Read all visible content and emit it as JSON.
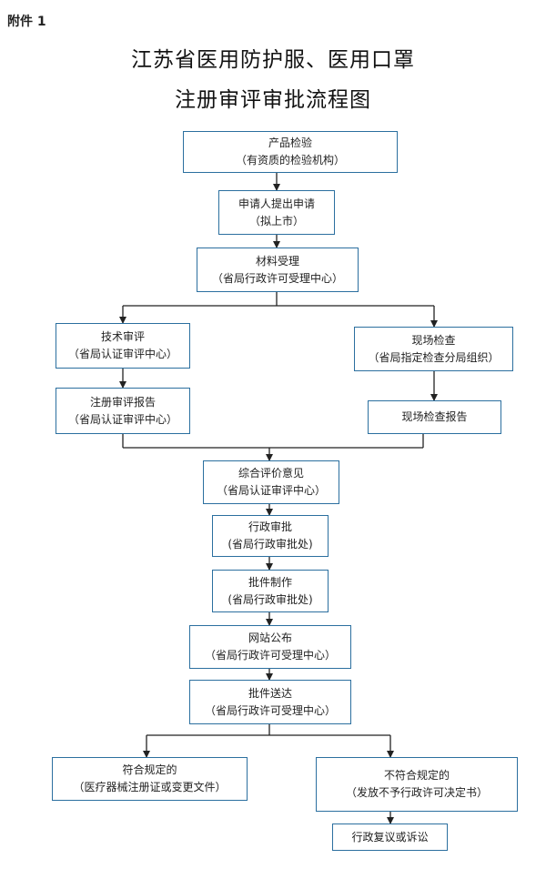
{
  "attachment_label": "附件 1",
  "title_line1": "江苏省医用防护服、医用口罩",
  "title_line2": "注册审评审批流程图",
  "nodes": {
    "product_inspection": {
      "line1": "产品检验",
      "line2": "（有资质的检验机构）"
    },
    "applicant_submit": {
      "line1": "申请人提出申请",
      "line2": "（拟上市）"
    },
    "material_acceptance": {
      "line1": "材料受理",
      "line2": "（省局行政许可受理中心）"
    },
    "technical_review": {
      "line1": "技术审评",
      "line2": "（省局认证审评中心）"
    },
    "onsite_inspection": {
      "line1": "现场检查",
      "line2": "（省局指定检查分局组织）"
    },
    "review_report": {
      "line1": "注册审评报告",
      "line2": "（省局认证审评中心）"
    },
    "inspection_report": {
      "line1": "现场检查报告"
    },
    "comprehensive_opinion": {
      "line1": "综合评价意见",
      "line2": "（省局认证审评中心）"
    },
    "admin_approval": {
      "line1": "行政审批",
      "line2": "(省局行政审批处)"
    },
    "document_making": {
      "line1": "批件制作",
      "line2": "(省局行政审批处)"
    },
    "website_publish": {
      "line1": "网站公布",
      "line2": "（省局行政许可受理中心）"
    },
    "document_delivery": {
      "line1": "批件送达",
      "line2": "（省局行政许可受理中心）"
    },
    "compliant": {
      "line1": "符合规定的",
      "line2": "（医疗器械注册证或变更文件）"
    },
    "noncompliant": {
      "line1": "不符合规定的",
      "line2": "（发放不予行政许可决定书）"
    },
    "appeal": {
      "line1": "行政复议或诉讼"
    }
  },
  "colors": {
    "box_border": "#2b6f9f",
    "arrow": "#222222"
  }
}
